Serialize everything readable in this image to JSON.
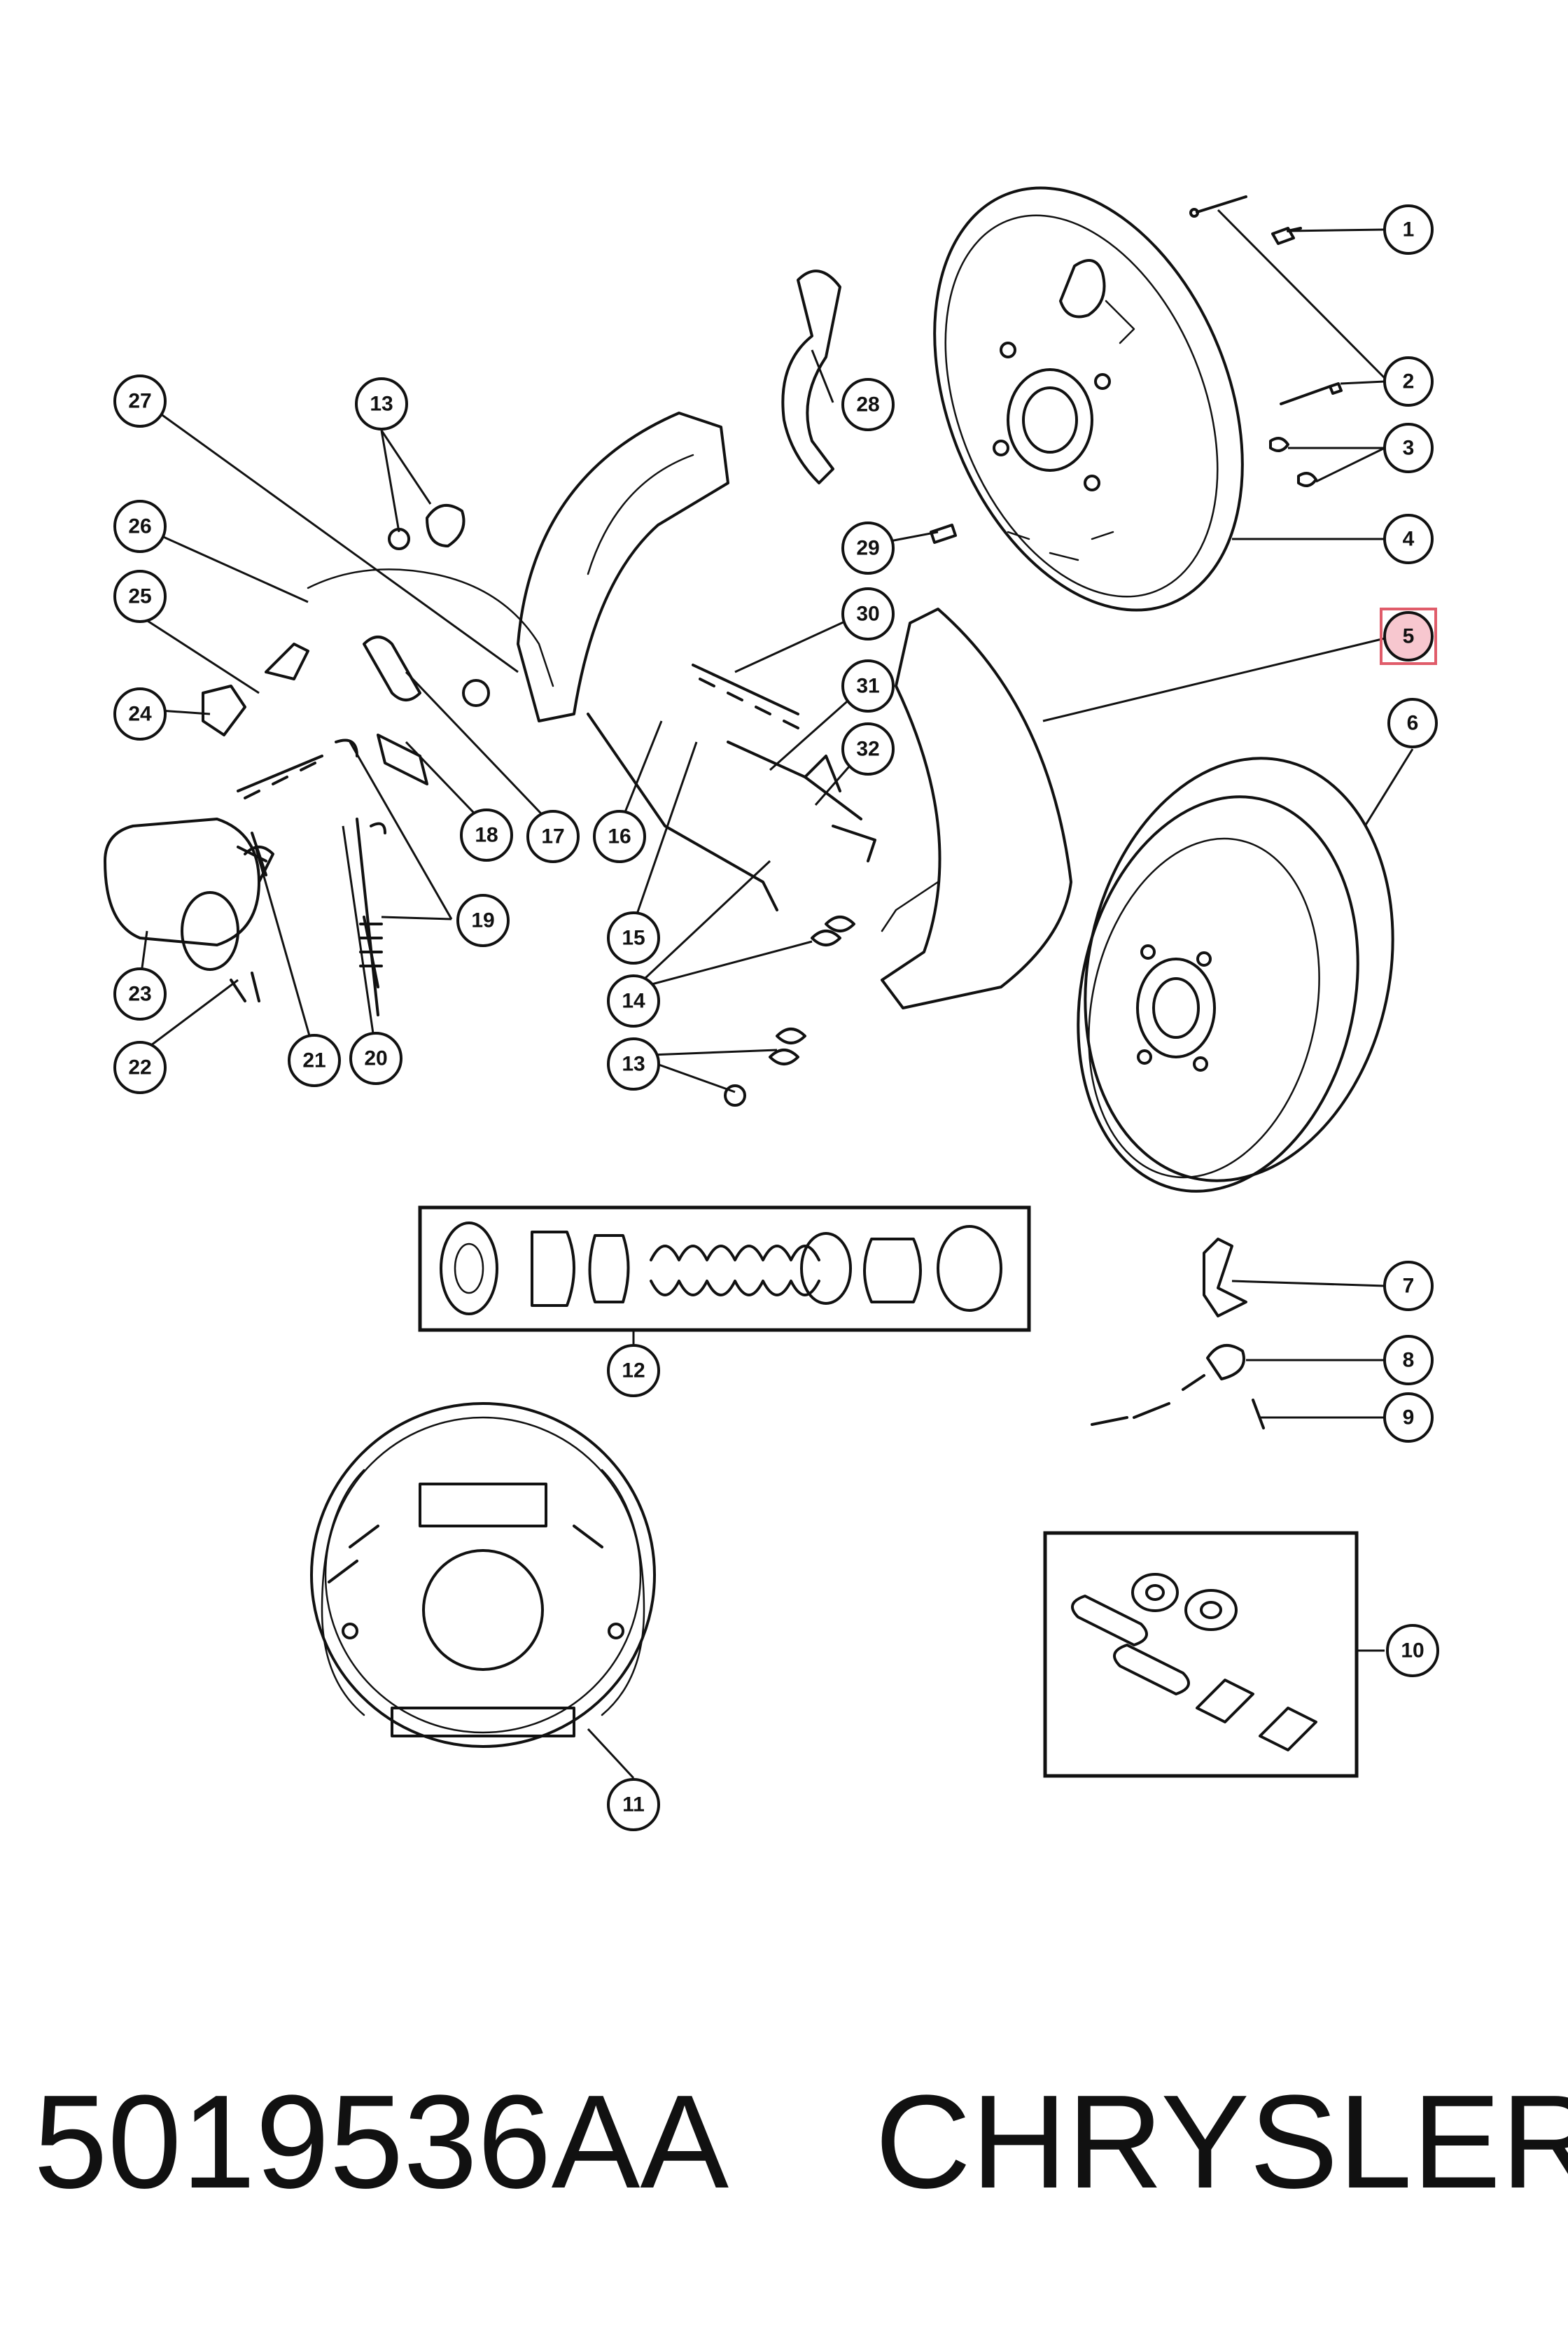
{
  "callouts": [
    {
      "id": "c1",
      "label": "1"
    },
    {
      "id": "c2",
      "label": "2"
    },
    {
      "id": "c3",
      "label": "3"
    },
    {
      "id": "c4",
      "label": "4"
    },
    {
      "id": "c5",
      "label": "5",
      "highlighted": true
    },
    {
      "id": "c6",
      "label": "6"
    },
    {
      "id": "c7",
      "label": "7"
    },
    {
      "id": "c8",
      "label": "8"
    },
    {
      "id": "c9",
      "label": "9"
    },
    {
      "id": "c10",
      "label": "10"
    },
    {
      "id": "c11",
      "label": "11"
    },
    {
      "id": "c12",
      "label": "12"
    },
    {
      "id": "c13a",
      "label": "13"
    },
    {
      "id": "c13b",
      "label": "13"
    },
    {
      "id": "c14",
      "label": "14"
    },
    {
      "id": "c15",
      "label": "15"
    },
    {
      "id": "c16",
      "label": "16"
    },
    {
      "id": "c17",
      "label": "17"
    },
    {
      "id": "c18",
      "label": "18"
    },
    {
      "id": "c19",
      "label": "19"
    },
    {
      "id": "c20",
      "label": "20"
    },
    {
      "id": "c21",
      "label": "21"
    },
    {
      "id": "c22",
      "label": "22"
    },
    {
      "id": "c23",
      "label": "23"
    },
    {
      "id": "c24",
      "label": "24"
    },
    {
      "id": "c25",
      "label": "25"
    },
    {
      "id": "c26",
      "label": "26"
    },
    {
      "id": "c27",
      "label": "27"
    },
    {
      "id": "c28",
      "label": "28"
    },
    {
      "id": "c29",
      "label": "29"
    },
    {
      "id": "c30",
      "label": "30"
    },
    {
      "id": "c31",
      "label": "31"
    },
    {
      "id": "c32",
      "label": "32"
    }
  ],
  "footer": {
    "part_number": "5019536AA",
    "brand": "CHRYSLER"
  },
  "colors": {
    "line": "#111111",
    "highlight_fill": "#f7c7cf",
    "highlight_border": "#e05c6a"
  }
}
